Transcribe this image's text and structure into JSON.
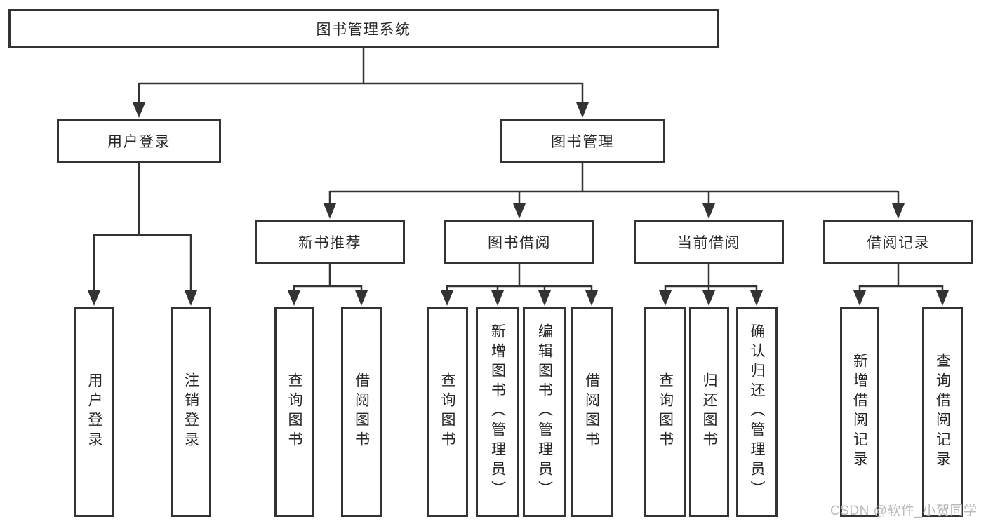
{
  "diagram_title": "图书管理系统",
  "tree": {
    "root": {
      "label": "图书管理系统"
    },
    "level2": [
      {
        "label": "用户登录"
      },
      {
        "label": "图书管理"
      }
    ],
    "level3": [
      {
        "label": "新书推荐"
      },
      {
        "label": "图书借阅"
      },
      {
        "label": "当前借阅"
      },
      {
        "label": "借阅记录"
      }
    ],
    "leaves": {
      "user_login": [
        {
          "label": "用户登录"
        },
        {
          "label": "注销登录"
        }
      ],
      "new_book_recommend": [
        {
          "label": "查询图书"
        },
        {
          "label": "借阅图书"
        }
      ],
      "book_borrow": [
        {
          "label": "查询图书"
        },
        {
          "label": "新增图书（管理员）"
        },
        {
          "label": "编辑图书（管理员）"
        },
        {
          "label": "借阅图书"
        }
      ],
      "current_borrow": [
        {
          "label": "查询图书"
        },
        {
          "label": "归还图书"
        },
        {
          "label": "确认归还（管理员）"
        }
      ],
      "borrow_record": [
        {
          "label": "新增借阅记录"
        },
        {
          "label": "查询借阅记录"
        }
      ]
    }
  },
  "watermark": {
    "text": "CSDN @软件_小贺同学"
  },
  "colors": {
    "line": "#333333",
    "box_border": "#333333",
    "text": "#262626",
    "watermark": "#b9b9b9",
    "background": "#ffffff"
  }
}
